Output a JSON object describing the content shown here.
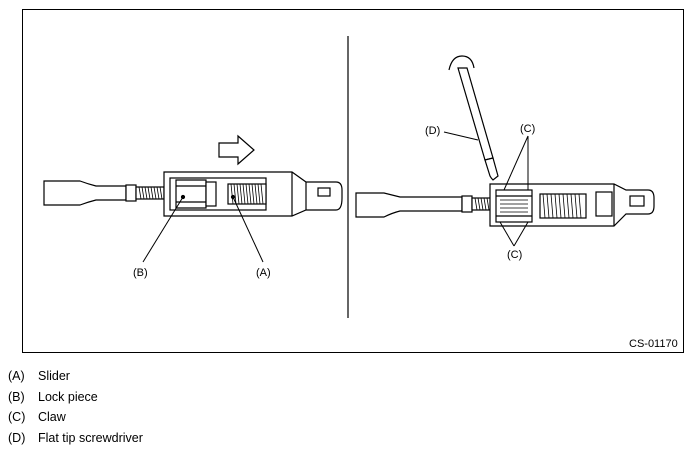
{
  "figure": {
    "code": "CS-01170",
    "left_callouts": {
      "slider": "(A)",
      "lock_piece": "(B)"
    },
    "right_callouts": {
      "screwdriver": "(D)",
      "claw_top": "(C)",
      "claw_bottom": "(C)"
    }
  },
  "legend": [
    {
      "key": "(A)",
      "label": "Slider"
    },
    {
      "key": "(B)",
      "label": "Lock piece"
    },
    {
      "key": "(C)",
      "label": "Claw"
    },
    {
      "key": "(D)",
      "label": "Flat tip screwdriver"
    }
  ]
}
